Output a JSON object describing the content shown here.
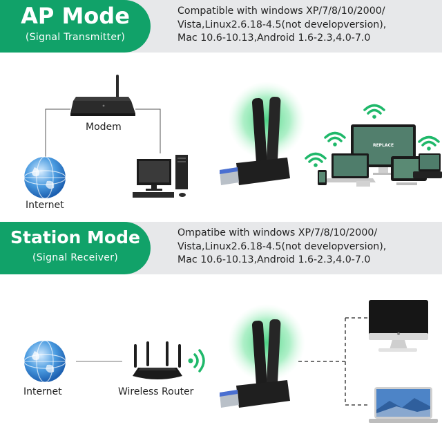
{
  "ap_section": {
    "title": "AP Mode",
    "subtitle": "(Signal Transmitter)",
    "description": [
      "Compatible with windows XP/7/8/10/2000/",
      "Vista,Linux2.6.18-4.5(not developversion),",
      "Mac 10.6-10.13,Android 1.6-2.3,4.0-7.0"
    ],
    "labels": {
      "modem": "Modem",
      "internet": "Internet"
    },
    "screen_text": "REPLACE"
  },
  "station_section": {
    "title": "Station Mode",
    "subtitle": "(Signal Receiver)",
    "description": [
      "Ompatibe with windows XP/7/8/10/2000/",
      "Vista,Linux2.6.18-4.5(not developversion),",
      "Mac 10.6-10.13,Android 1.6-2.3,4.0-7.0"
    ],
    "labels": {
      "internet": "Internet",
      "router": "Wireless Router"
    }
  },
  "colors": {
    "accent": "#11a269",
    "band": "#e7e8ea",
    "glow": "#2ecc71",
    "wifi": "#1fb86a"
  },
  "icons": [
    "globe-icon",
    "modem-icon",
    "desktop-pc-icon",
    "usb-adapter-icon",
    "wifi-icon",
    "router-icon",
    "laptop-icon",
    "imac-icon"
  ]
}
